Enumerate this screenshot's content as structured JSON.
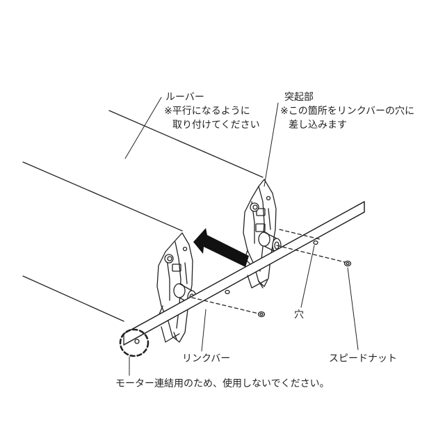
{
  "labels": {
    "louver": "ルーバー",
    "louver_note_1": "※平行になるように",
    "louver_note_2": "取り付けてください",
    "protrusion": "突起部",
    "protrusion_note_1": "※この箇所をリンクバーの穴に",
    "protrusion_note_2": "差し込みます",
    "hole": "穴",
    "link_bar": "リンクバー",
    "speed_nut": "スピードナット",
    "motor_note": "モーター連結用のため、使用しないでください。"
  },
  "colors": {
    "line": "#222222",
    "arrow": "#111111",
    "bar_fill": "#ffffff",
    "highlight_fill": "#e6e6e6"
  }
}
